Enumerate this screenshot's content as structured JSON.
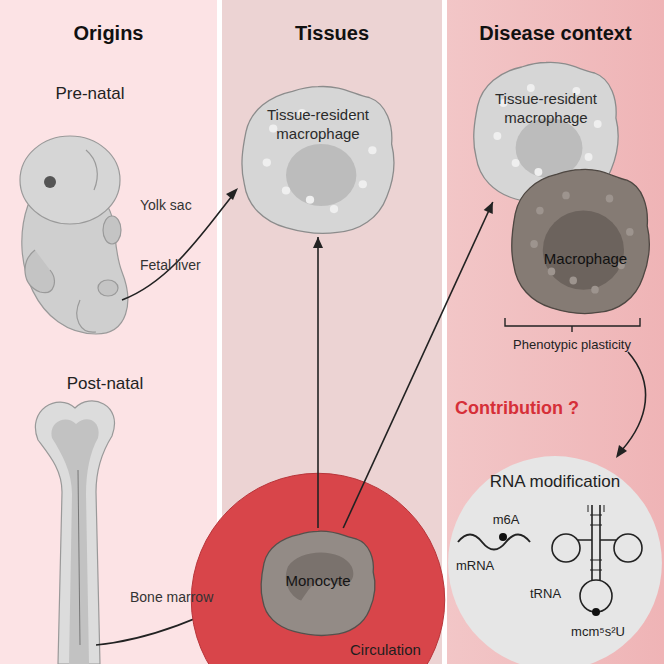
{
  "diagram": {
    "nodes": [
      {
        "text": [
          "Origins"
        ]
      },
      {
        "text": [
          "Tissues"
        ]
      },
      {
        "text": [
          "Disease context"
        ]
      },
      {
        "text": [
          "Tissue-resident macrophage"
        ],
        "in": 1
      },
      {
        "text": [
          "Circulation"
        ],
        "in": 1
      },
      {
        "text": [
          "Monocyte"
        ],
        "in": 4
      },
      {
        "text": [
          "Tissue-resident macrophage"
        ],
        "in": 2
      },
      {
        "text": [
          "Macrophage"
        ],
        "in": 2
      },
      {
        "text": [
          "RNA modification"
        ],
        "in": 2
      }
    ],
    "edges": [
      {
        "from": 5,
        "to": 3,
        "arrow": "to"
      },
      {
        "from": 5,
        "to": 6,
        "arrow": "to"
      }
    ],
    "labels": [
      "Pre-natal",
      "Yolk sac",
      "Fetal liver",
      "Post-natal",
      "Bone marrow",
      "Phenotypic plasticity",
      "Contribution ?",
      "m6A",
      "mRNA",
      "tRNA",
      "mcm⁵s²U"
    ]
  }
}
